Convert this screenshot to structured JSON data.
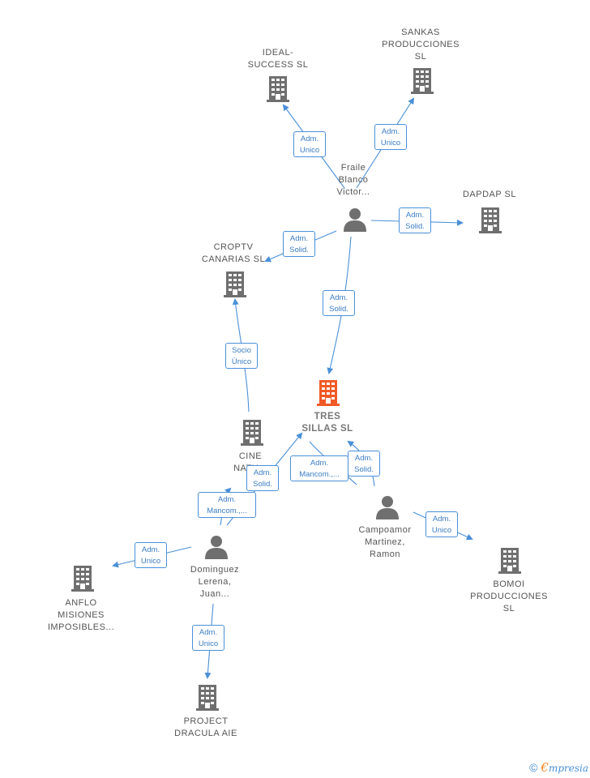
{
  "nodes": {
    "ideal_success": {
      "lines": [
        "IDEAL-",
        "SUCCESS  SL"
      ],
      "type": "company"
    },
    "sankas": {
      "lines": [
        "SANKAS",
        "PRODUCCIONES",
        "SL"
      ],
      "type": "company"
    },
    "fraile": {
      "lines": [
        "Fraile",
        "Blanco",
        "Victor..."
      ],
      "type": "person"
    },
    "dapdap": {
      "lines": [
        "DAPDAP  SL"
      ],
      "type": "company"
    },
    "croptv": {
      "lines": [
        "CROPTV",
        "CANARIAS  SL"
      ],
      "type": "company"
    },
    "tres_sillas": {
      "lines": [
        "TRES",
        "SILLAS  SL"
      ],
      "type": "company-main"
    },
    "cine_natura": {
      "lines": [
        "CINE",
        "NATU..."
      ],
      "type": "company"
    },
    "campoamor": {
      "lines": [
        "Campoamor",
        "Martinez,",
        "Ramon"
      ],
      "type": "person"
    },
    "dominguez": {
      "lines": [
        "Dominguez",
        "Lerena,",
        "Juan..."
      ],
      "type": "person"
    },
    "anflo": {
      "lines": [
        "ANFLO",
        "MISIONES",
        "IMPOSIBLES..."
      ],
      "type": "company"
    },
    "bomoi": {
      "lines": [
        "BOMOI",
        "PRODUCCIONES",
        "SL"
      ],
      "type": "company"
    },
    "project_dracula": {
      "lines": [
        "PROJECT",
        "DRACULA AIE"
      ],
      "type": "company"
    }
  },
  "edges": [
    {
      "id": "e1",
      "label": [
        "Adm.",
        "Unico"
      ]
    },
    {
      "id": "e2",
      "label": [
        "Adm.",
        "Unico"
      ]
    },
    {
      "id": "e3",
      "label": [
        "Adm.",
        "Solid."
      ]
    },
    {
      "id": "e4",
      "label": [
        "Adm.",
        "Solid."
      ]
    },
    {
      "id": "e5",
      "label": [
        "Adm.",
        "Solid."
      ]
    },
    {
      "id": "e6",
      "label": [
        "Socio",
        "Único"
      ]
    },
    {
      "id": "e7",
      "label": [
        "Adm.",
        "Solid."
      ]
    },
    {
      "id": "e8",
      "label": [
        "Adm.",
        "Mancom.,..."
      ]
    },
    {
      "id": "e9",
      "label": [
        "Adm.",
        "Solid."
      ]
    },
    {
      "id": "e10",
      "label": [
        "Adm.",
        "Mancom.,..."
      ]
    },
    {
      "id": "e11",
      "label": [
        "Adm.",
        "Unico"
      ]
    },
    {
      "id": "e12",
      "label": [
        "Adm.",
        "Unico"
      ]
    },
    {
      "id": "e13",
      "label": [
        "Adm.",
        "Unico"
      ]
    }
  ],
  "colors": {
    "company_icon": "#6f6f6f",
    "main_company_icon": "#f05a28",
    "person_icon": "#6f6f6f",
    "edge": "#4a90d9"
  },
  "brand": {
    "copyright": "©",
    "initial": "€",
    "name": "mpresia"
  }
}
